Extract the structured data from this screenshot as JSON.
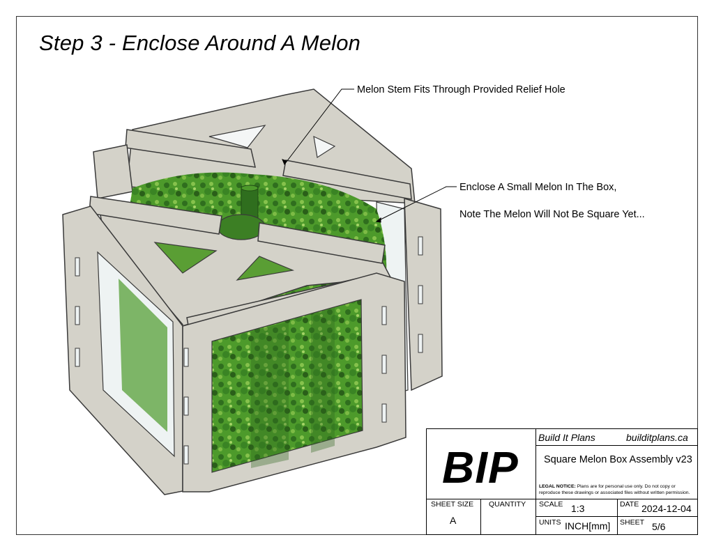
{
  "title": "Step 3 - Enclose Around A Melon",
  "callouts": {
    "stem": "Melon Stem Fits Through Provided Relief Hole",
    "enclose_line1": "Enclose A Small Melon In The Box,",
    "enclose_line2": "Note The Melon Will Not Be Square Yet..."
  },
  "title_block": {
    "logo": "BIP",
    "company": "Build It Plans",
    "website": "builditplans.ca",
    "assembly_name": "Square Melon Box Assembly v23",
    "legal_label": "LEGAL NOTICE:",
    "legal_text": " Plans are for personal use only. Do not copy or reproduce these drawings or associated files without written permission.",
    "sheet_size_label": "SHEET SIZE",
    "sheet_size": "A",
    "quantity_label": "QUANTITY",
    "quantity": "",
    "scale_label": "SCALE",
    "scale": "1:3",
    "date_label": "DATE",
    "date": "2024-12-04",
    "units_label": "UNITS",
    "units": "INCH[mm]",
    "sheet_label": "SHEET",
    "sheet": "5/6"
  },
  "colors": {
    "panel": "#d4d2c9",
    "panel_dark": "#a9a79e",
    "outline": "#3a3a3a",
    "melon_dark": "#2f6e1e",
    "melon_light": "#6fb23b",
    "glass": "#eef3f3"
  }
}
